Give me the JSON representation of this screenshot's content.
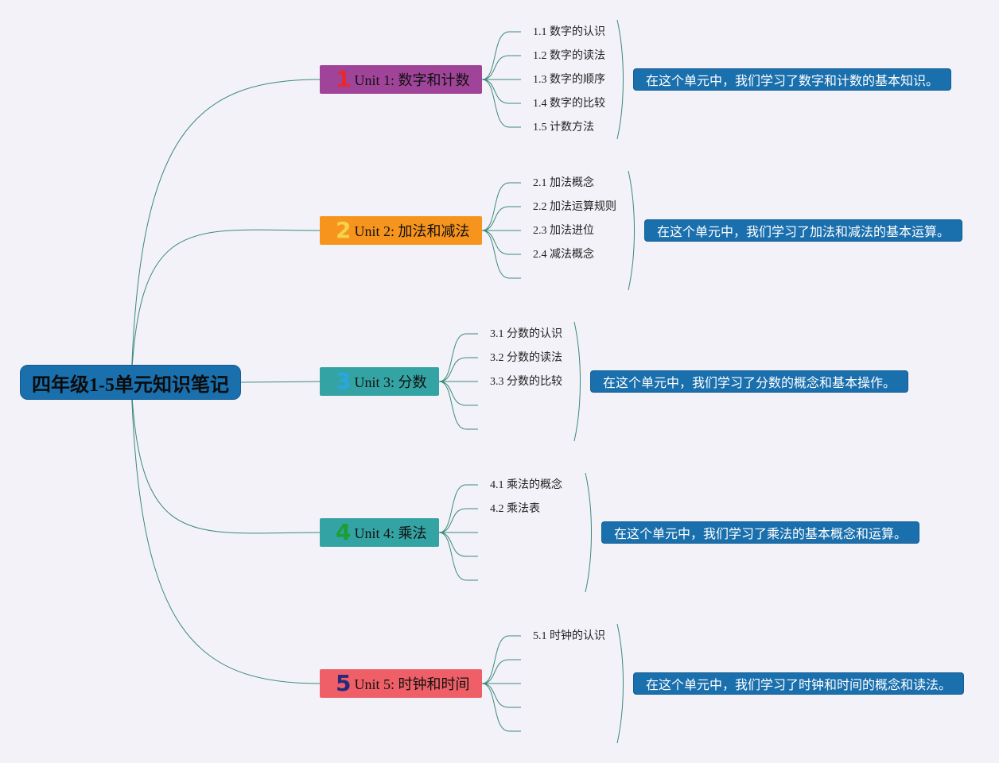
{
  "root": {
    "title": "四年级1-5单元知识笔记"
  },
  "colors": {
    "line": "#3b8a7a",
    "root_bg": "#1a6fad",
    "summary_bg": "#1a6fad"
  },
  "units": [
    {
      "number": "1",
      "label": "Unit 1: 数字和计数",
      "bg": "#a0449a",
      "num_color": "#e8282f",
      "topics": [
        "1.1 数字的认识",
        "1.2 数字的读法",
        "1.3 数字的顺序",
        "1.4 数字的比较",
        "1.5 计数方法"
      ],
      "summary": "在这个单元中，我们学习了数字和计数的基本知识。"
    },
    {
      "number": "2",
      "label": "Unit 2: 加法和减法",
      "bg": "#f7941d",
      "num_color": "#f6d34a",
      "topics": [
        "2.1 加法概念",
        "2.2 加法运算规则",
        "2.3 加法进位",
        "2.4 减法概念"
      ],
      "summary": "在这个单元中，我们学习了加法和减法的基本运算。"
    },
    {
      "number": "3",
      "label": "Unit 3: 分数",
      "bg": "#34a3a3",
      "num_color": "#2aa6e2",
      "topics": [
        "3.1 分数的认识",
        "3.2 分数的读法",
        "3.3 分数的比较"
      ],
      "summary": "在这个单元中，我们学习了分数的概念和基本操作。"
    },
    {
      "number": "4",
      "label": "Unit 4: 乘法",
      "bg": "#34a3a3",
      "num_color": "#1c9e35",
      "topics": [
        "4.1 乘法的概念",
        "4.2 乘法表"
      ],
      "summary": "在这个单元中，我们学习了乘法的基本概念和运算。"
    },
    {
      "number": "5",
      "label": "Unit 5: 时钟和时间",
      "bg": "#ef5f67",
      "num_color": "#262a7f",
      "topics": [
        "5.1 时钟的认识"
      ],
      "summary": "在这个单元中，我们学习了时钟和时间的概念和读法。"
    }
  ]
}
